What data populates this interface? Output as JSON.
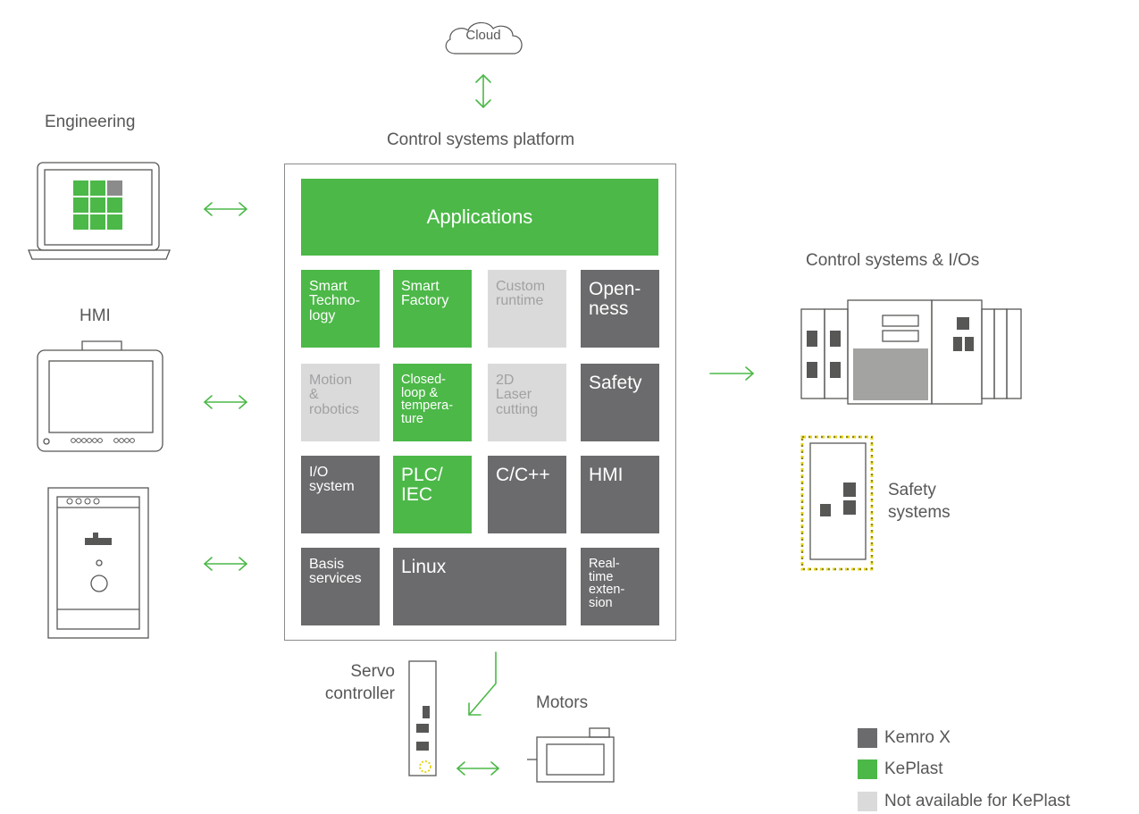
{
  "cloud": {
    "label": "Cloud"
  },
  "platform": {
    "title": "Control systems platform",
    "applications": "Applications",
    "tiles": [
      {
        "text": "Smart\nTechno-\nlogy",
        "kind": "keplast"
      },
      {
        "text": "Smart\nFactory",
        "kind": "keplast"
      },
      {
        "text": "Custom\nruntime",
        "kind": "na"
      },
      {
        "text": "Open-\nness",
        "kind": "kemro"
      },
      {
        "text": "Motion\n&\nrobotics",
        "kind": "na"
      },
      {
        "text": "Closed-\nloop &\ntempera-\nture",
        "kind": "keplast"
      },
      {
        "text": "2D\nLaser\ncutting",
        "kind": "na"
      },
      {
        "text": "Safety",
        "kind": "kemro"
      },
      {
        "text": "I/O\nsystem",
        "kind": "kemro"
      },
      {
        "text": "PLC/\nIEC",
        "kind": "keplast"
      },
      {
        "text": "C/C++",
        "kind": "kemro"
      },
      {
        "text": "HMI",
        "kind": "kemro"
      },
      {
        "text": "Basis\nservices",
        "kind": "kemro"
      },
      {
        "text": "Linux",
        "kind": "kemro"
      },
      {
        "text": "Real-\ntime\nexten-\nsion",
        "kind": "kemro"
      }
    ]
  },
  "left": {
    "engineering": "Engineering",
    "hmi": "HMI"
  },
  "right": {
    "control_ios": "Control systems & I/Os",
    "safety": "Safety\nsystems"
  },
  "bottom": {
    "servo": "Servo\ncontroller",
    "motors": "Motors"
  },
  "legend": [
    {
      "label": "Kemro X",
      "color": "#6b6b6d"
    },
    {
      "label": "KePlast",
      "color": "#4cb848"
    },
    {
      "label": "Not available for KePlast",
      "color": "#dadadb"
    }
  ],
  "colors": {
    "green": "#4cb848",
    "dark": "#6b6b6d",
    "light": "#dadadb",
    "outline": "#575756"
  }
}
